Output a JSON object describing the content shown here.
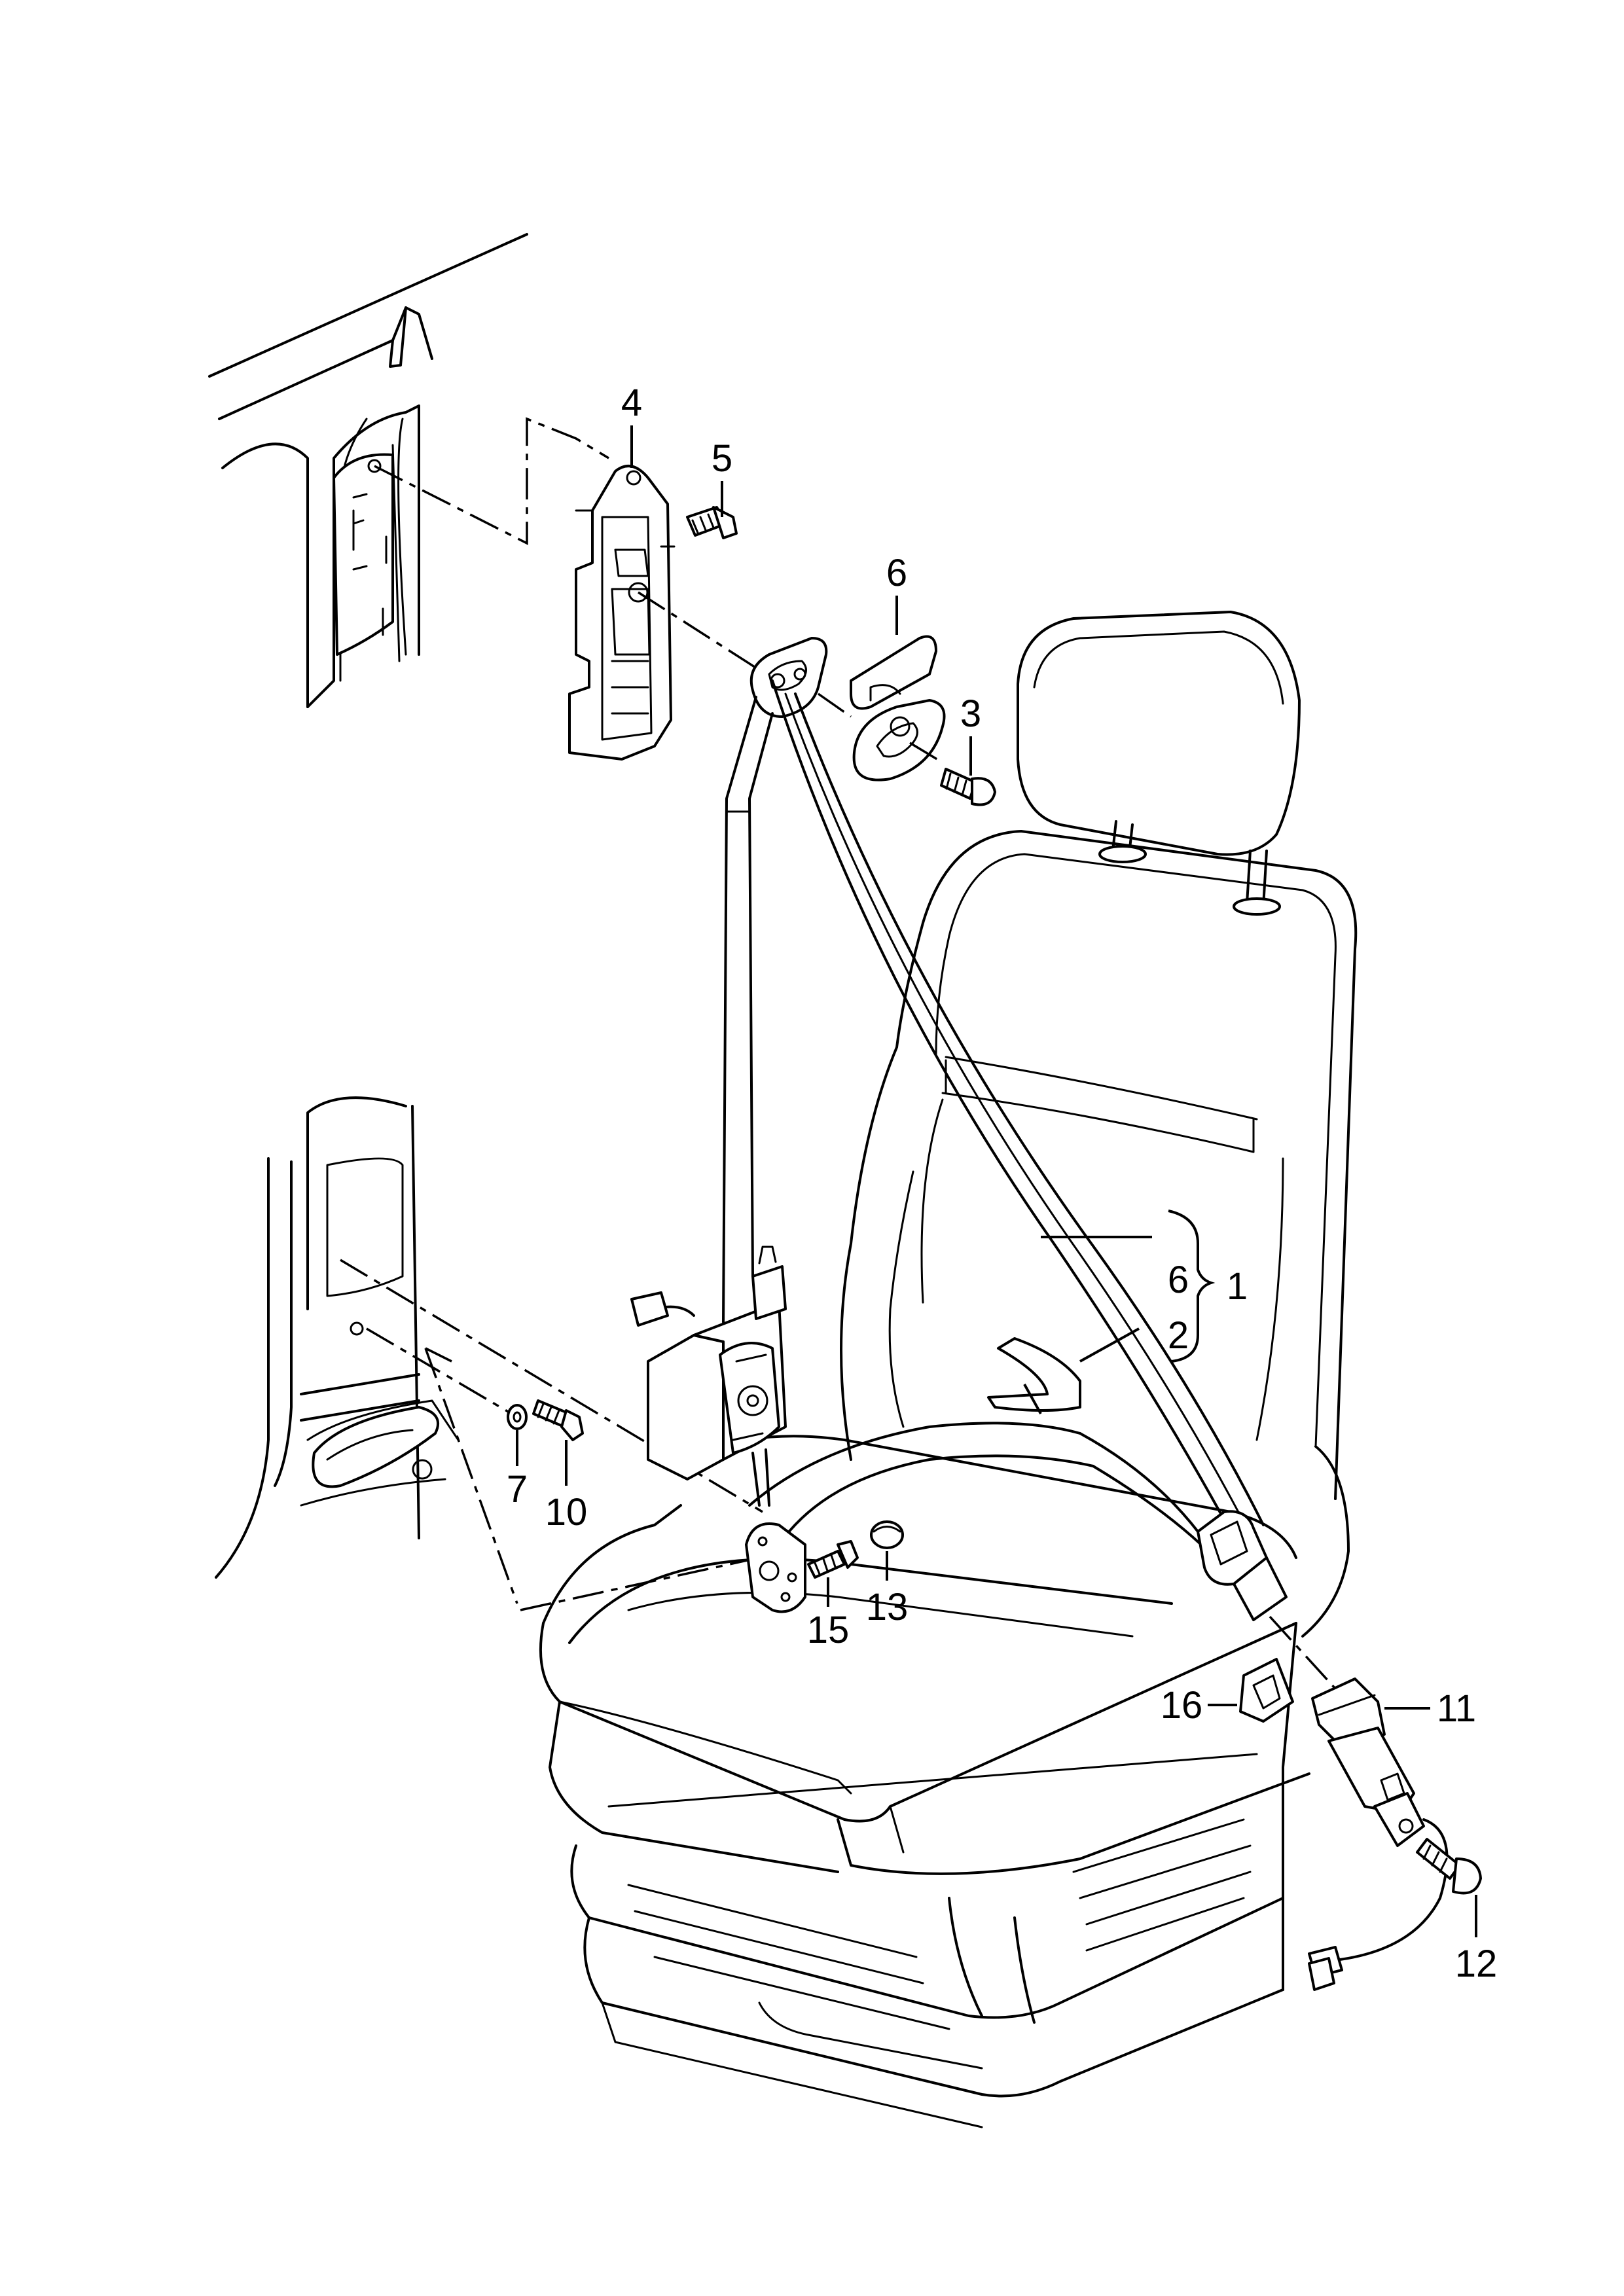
{
  "diagram": {
    "callouts": {
      "c1": "1",
      "c2": "2",
      "c3": "3",
      "c4": "4",
      "c5": "5",
      "c6_top": "6",
      "c6_brace": "6",
      "c7": "7",
      "c10": "10",
      "c11": "11",
      "c12": "12",
      "c13": "13",
      "c15": "15",
      "c16": "16"
    }
  }
}
